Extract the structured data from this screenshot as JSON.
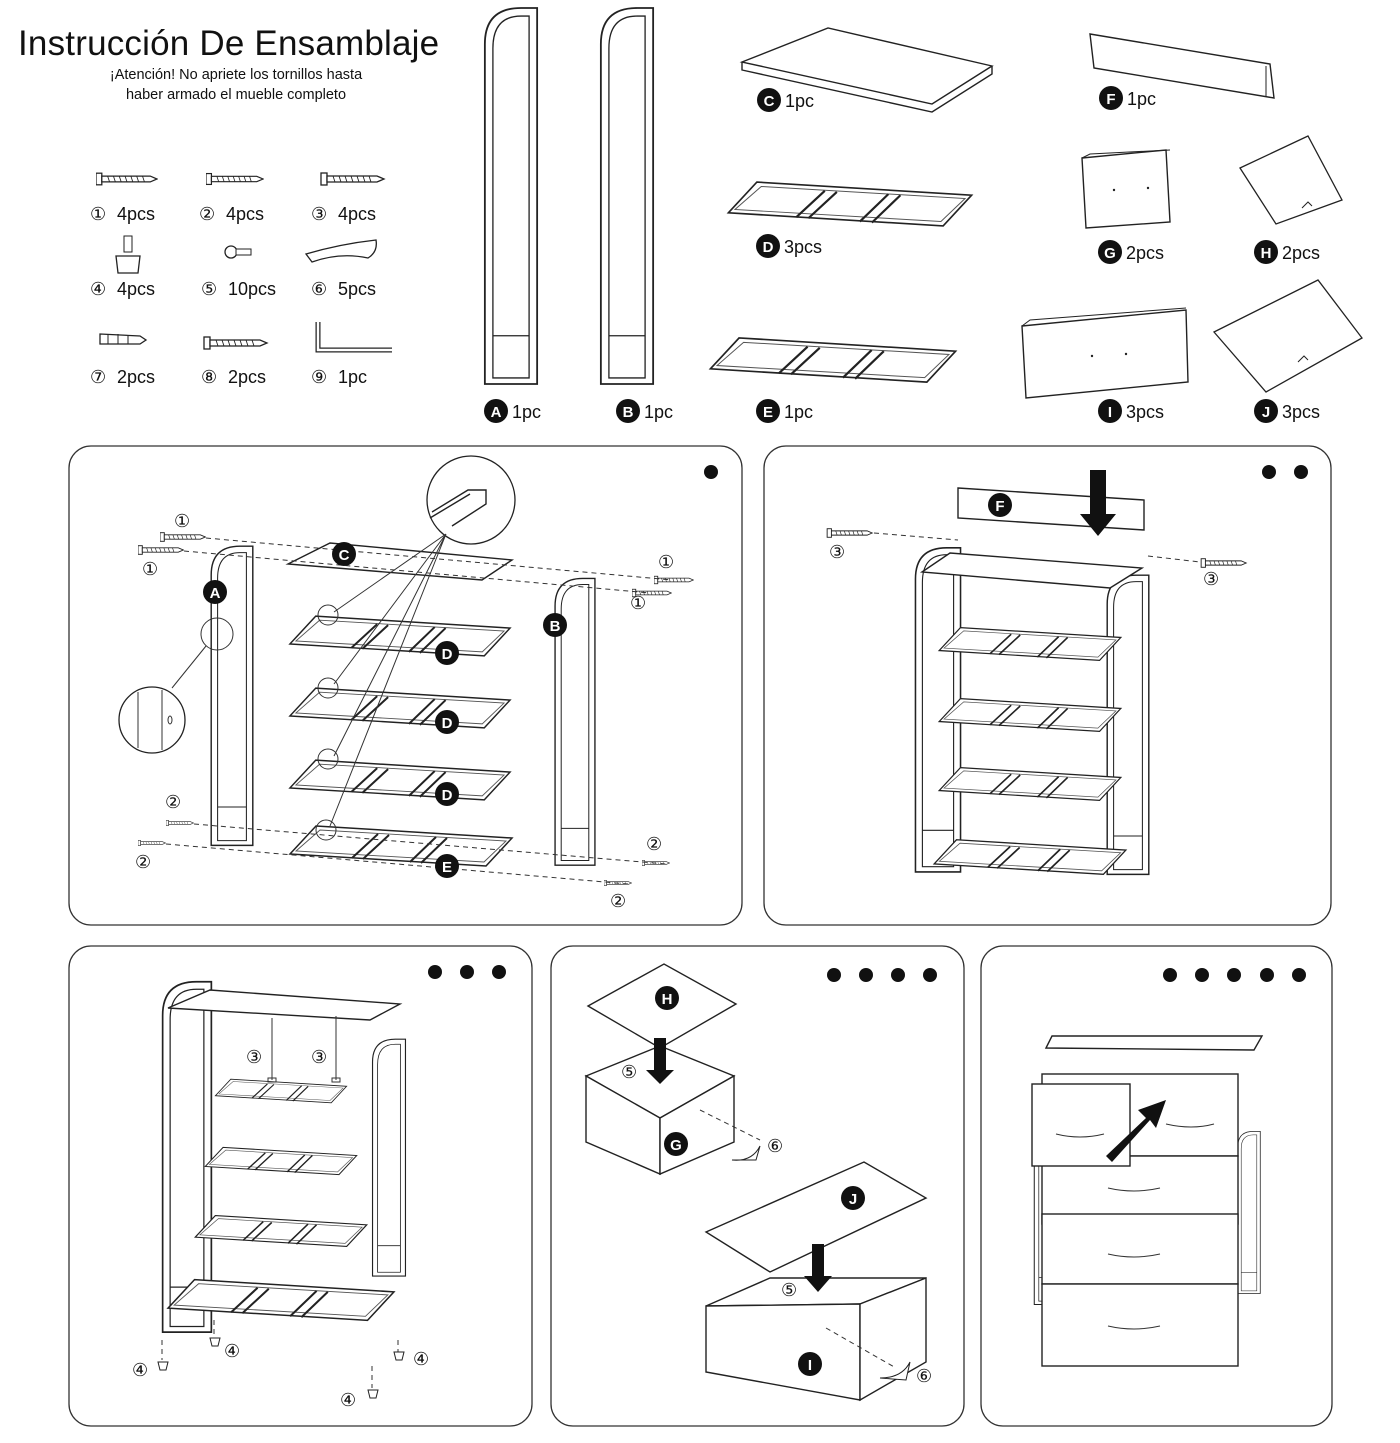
{
  "header": {
    "title": "Instrucción De Ensamblaje",
    "warning_line1": "¡Atención! No apriete los tornillos hasta",
    "warning_line2": "haber armado el mueble completo"
  },
  "hardware": [
    {
      "num": "①",
      "qty": "4pcs"
    },
    {
      "num": "②",
      "qty": "4pcs"
    },
    {
      "num": "③",
      "qty": "4pcs"
    },
    {
      "num": "④",
      "qty": "4pcs"
    },
    {
      "num": "⑤",
      "qty": "10pcs"
    },
    {
      "num": "⑥",
      "qty": "5pcs"
    },
    {
      "num": "⑦",
      "qty": "2pcs"
    },
    {
      "num": "⑧",
      "qty": "2pcs"
    },
    {
      "num": "⑨",
      "qty": "1pc"
    }
  ],
  "parts": [
    {
      "letter": "A",
      "qty": "1pc"
    },
    {
      "letter": "B",
      "qty": "1pc"
    },
    {
      "letter": "C",
      "qty": "1pc"
    },
    {
      "letter": "D",
      "qty": "3pcs"
    },
    {
      "letter": "E",
      "qty": "1pc"
    },
    {
      "letter": "F",
      "qty": "1pc"
    },
    {
      "letter": "G",
      "qty": "2pcs"
    },
    {
      "letter": "H",
      "qty": "2pcs"
    },
    {
      "letter": "I",
      "qty": "3pcs"
    },
    {
      "letter": "J",
      "qty": "3pcs"
    }
  ],
  "steps": {
    "step1": {
      "callouts": {
        "a": "A",
        "b": "B",
        "c": "C",
        "d": "D",
        "e": "E"
      },
      "screws": {
        "one": "①",
        "two": "②"
      }
    },
    "step2": {
      "callouts": {
        "f": "F"
      },
      "screws": {
        "three": "③"
      }
    },
    "step3": {
      "screws": {
        "three": "③",
        "four": "④"
      }
    },
    "step4": {
      "callouts": {
        "h": "H",
        "g": "G",
        "j": "J",
        "i": "I"
      },
      "screws": {
        "five": "⑤",
        "six": "⑥"
      }
    }
  },
  "colors": {
    "line": "#222222",
    "panel_border": "#333333",
    "background": "#ffffff"
  }
}
